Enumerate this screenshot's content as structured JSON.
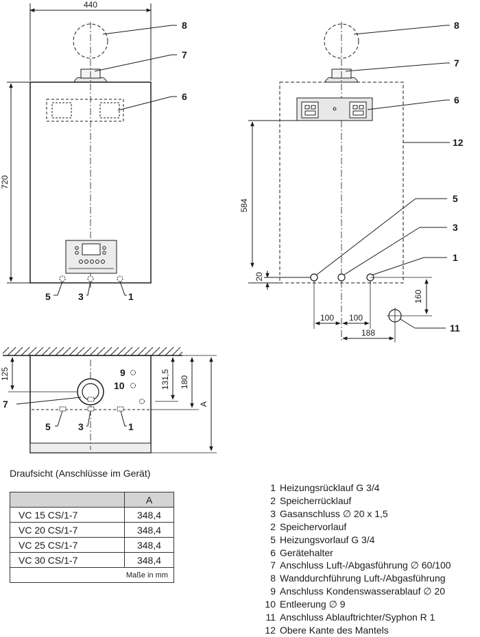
{
  "dimensions": {
    "width_440": "440",
    "height_720": "720",
    "height_584": "584",
    "offset_20": "20",
    "spacing_100_a": "100",
    "spacing_100_b": "100",
    "offset_188": "188",
    "drop_160": "160",
    "top_125": "125",
    "top_131_5": "131,5",
    "top_180": "180",
    "depth_A": "A"
  },
  "callouts": {
    "front": [
      "8",
      "7",
      "6",
      "5",
      "3",
      "1"
    ],
    "right": [
      "8",
      "7",
      "6",
      "12",
      "5",
      "3",
      "1",
      "11"
    ],
    "top": [
      "9",
      "10",
      "7",
      "5",
      "3",
      "1"
    ]
  },
  "caption": "Draufsicht (Anschlüsse im Gerät)",
  "table": {
    "header": [
      "",
      "A"
    ],
    "rows": [
      {
        "model": "VC 15 CS/1-7",
        "a": "348,4"
      },
      {
        "model": "VC 20 CS/1-7",
        "a": "348,4"
      },
      {
        "model": "VC 25 CS/1-7",
        "a": "348,4"
      },
      {
        "model": "VC 30 CS/1-7",
        "a": "348,4"
      }
    ],
    "unit_note": "Maße in mm"
  },
  "legend": [
    {
      "num": "1",
      "text": "Heizungsrücklauf G 3/4"
    },
    {
      "num": "2",
      "text": "Speicherrücklauf"
    },
    {
      "num": "3",
      "text": "Gasanschluss ∅ 20 x 1,5"
    },
    {
      "num": "2",
      "text": "Speichervorlauf"
    },
    {
      "num": "5",
      "text": "Heizungsvorlauf G 3/4"
    },
    {
      "num": "6",
      "text": "Gerätehalter"
    },
    {
      "num": "7",
      "text": "Anschluss Luft-/Abgasführung ∅ 60/100"
    },
    {
      "num": "8",
      "text": "Wanddurchführung Luft-/Abgasführung"
    },
    {
      "num": "9",
      "text": "Anschluss Kondenswasserablauf ∅ 20"
    },
    {
      "num": "10",
      "text": "Entleerung ∅ 9"
    },
    {
      "num": "11",
      "text": "Anschluss Ablauftrichter/Syphon R 1"
    },
    {
      "num": "12",
      "text": "Obere Kante des Mantels"
    }
  ]
}
